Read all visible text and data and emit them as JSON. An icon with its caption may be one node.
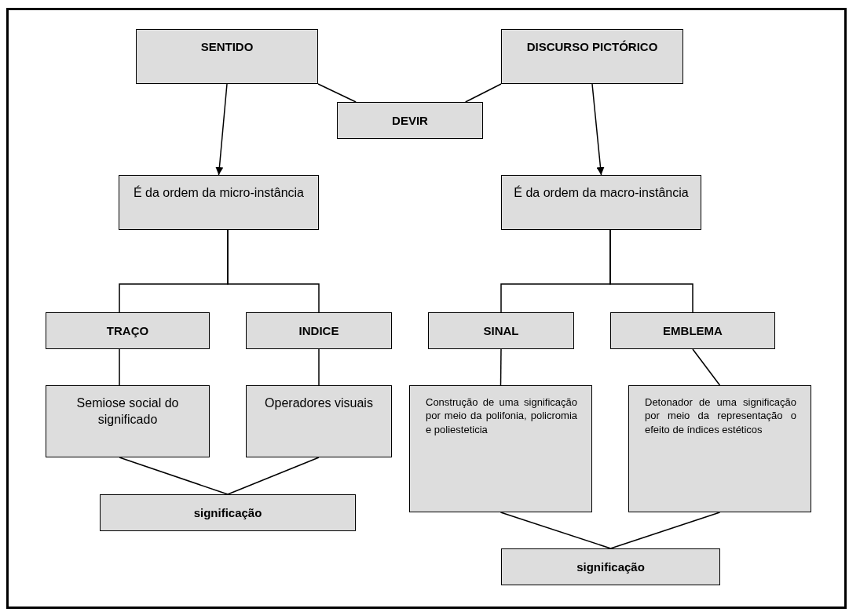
{
  "diagram": {
    "nodes": [
      {
        "text": [
          "SENTIDO"
        ]
      },
      {
        "text": [
          "DISCURSO PICTÓRICO"
        ]
      },
      {
        "text": [
          "DEVIR"
        ]
      },
      {
        "text": [
          "É da ordem da micro-instância"
        ]
      },
      {
        "text": [
          "É da ordem da macro-instância"
        ]
      },
      {
        "text": [
          "TRAÇO"
        ]
      },
      {
        "text": [
          "INDICE"
        ]
      },
      {
        "text": [
          "SINAL"
        ]
      },
      {
        "text": [
          "EMBLEMA"
        ]
      },
      {
        "text": [
          "Semiose social do significado"
        ]
      },
      {
        "text": [
          "Operadores visuais"
        ]
      },
      {
        "text": [
          "Construção de uma significação por meio da polifonia, policromia e poliesteticia"
        ]
      },
      {
        "text": [
          "Detonador de uma significação por meio da representação o efeito de índices estéticos"
        ]
      },
      {
        "text": [
          "significação"
        ]
      },
      {
        "text": [
          "significação"
        ]
      }
    ],
    "edges": [
      {
        "from": 0,
        "to": 3,
        "arrow": "to"
      },
      {
        "from": 1,
        "to": 4,
        "arrow": "to"
      },
      {
        "from": 0,
        "to": 2,
        "arrow": "none"
      },
      {
        "from": 1,
        "to": 2,
        "arrow": "none"
      },
      {
        "from": 3,
        "to": 5,
        "arrow": "none"
      },
      {
        "from": 3,
        "to": 6,
        "arrow": "none"
      },
      {
        "from": 4,
        "to": 7,
        "arrow": "none"
      },
      {
        "from": 4,
        "to": 8,
        "arrow": "none"
      },
      {
        "from": 5,
        "to": 9,
        "arrow": "none"
      },
      {
        "from": 6,
        "to": 10,
        "arrow": "none"
      },
      {
        "from": 7,
        "to": 11,
        "arrow": "none"
      },
      {
        "from": 8,
        "to": 12,
        "arrow": "none"
      },
      {
        "from": 9,
        "to": 13,
        "arrow": "none"
      },
      {
        "from": 10,
        "to": 13,
        "arrow": "none"
      },
      {
        "from": 11,
        "to": 14,
        "arrow": "none"
      },
      {
        "from": 12,
        "to": 14,
        "arrow": "none"
      }
    ]
  }
}
